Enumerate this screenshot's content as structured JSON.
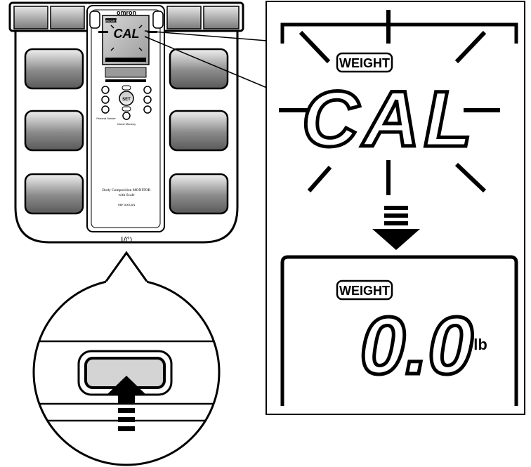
{
  "device": {
    "brand": "omron",
    "model_line1": "Body Composition MONITOR",
    "model_line2": "with Scale",
    "model_code": "HBF-500CAN",
    "small_display": {
      "label": "WEIGHT",
      "text": "CAL"
    },
    "power_symbol": "I/⏻",
    "button_labels": {
      "set": "SET",
      "quick_memory": "Guest Memory",
      "personal": "Personal Number"
    }
  },
  "zoom_top": {
    "label": "WEIGHT",
    "text": "CAL",
    "state": "blinking"
  },
  "zoom_bottom": {
    "label": "WEIGHT",
    "value": "0.0",
    "unit": "lb"
  },
  "colors": {
    "ink": "#000000",
    "panel_gray": "#b8b8b8",
    "paper": "#ffffff"
  }
}
